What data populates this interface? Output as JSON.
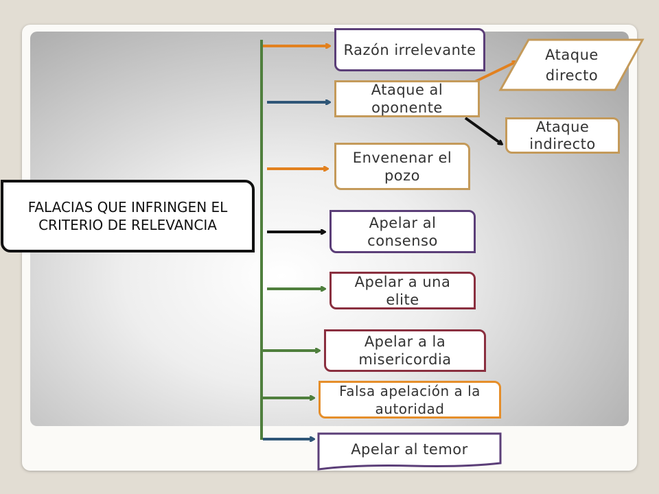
{
  "root": {
    "label": "FALACIAS QUE INFRINGEN EL CRITERIO DE RELEVANCIA"
  },
  "fallacies": [
    {
      "label": "Razón irrelevante"
    },
    {
      "label": "Ataque al oponente"
    },
    {
      "label": "Envenenar el pozo"
    },
    {
      "label": "Apelar al consenso"
    },
    {
      "label": "Apelar a  una elite"
    },
    {
      "label": "Apelar a la misericordia"
    },
    {
      "label": "Falsa apelación a la autoridad"
    },
    {
      "label": "Apelar al temor"
    }
  ],
  "sub_fallacies": [
    {
      "label": "Ataque directo"
    },
    {
      "label": "Ataque indirecto"
    }
  ],
  "colors": {
    "trunk": "#4f7f3d",
    "orange": "#e2811f",
    "blue": "#2f5677",
    "black": "#111111",
    "green": "#4f7f3d",
    "purple_border": "#5b3e78",
    "tan_border": "#c49a5a",
    "maroon_border": "#8a2f3f",
    "orange_border": "#e58e2a"
  }
}
